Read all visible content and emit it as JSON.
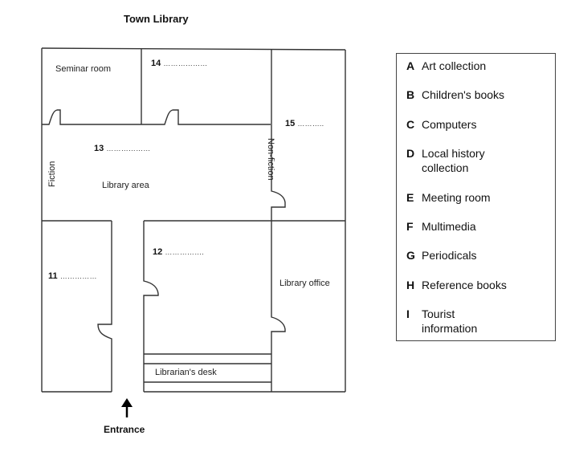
{
  "title": "Town Library",
  "rooms": {
    "seminar_room": "Seminar room",
    "library_area": "Library area",
    "library_office": "Library office",
    "librarians_desk": "Librarian's desk",
    "fiction": "Fiction",
    "non_fiction": "Non-fiction"
  },
  "questions": [
    {
      "number": "11",
      "blank": "……………"
    },
    {
      "number": "12",
      "blank": "……………."
    },
    {
      "number": "13",
      "blank": "………………"
    },
    {
      "number": "14",
      "blank": "………………"
    },
    {
      "number": "15",
      "blank": "……….."
    }
  ],
  "entrance": {
    "label": "Entrance"
  },
  "legend": {
    "items": [
      {
        "key": "A",
        "text": "Art collection"
      },
      {
        "key": "B",
        "text": "Children's books"
      },
      {
        "key": "C",
        "text": "Computers"
      },
      {
        "key": "D",
        "text": "Local history",
        "text2": "collection"
      },
      {
        "key": "E",
        "text": "Meeting room"
      },
      {
        "key": "F",
        "text": "Multimedia"
      },
      {
        "key": "G",
        "text": "Periodicals"
      },
      {
        "key": "H",
        "text": "Reference books"
      },
      {
        "key": "I",
        "text": "Tourist",
        "text2": "information"
      }
    ]
  },
  "colors": {
    "wall": "#333333",
    "text": "#111111"
  }
}
